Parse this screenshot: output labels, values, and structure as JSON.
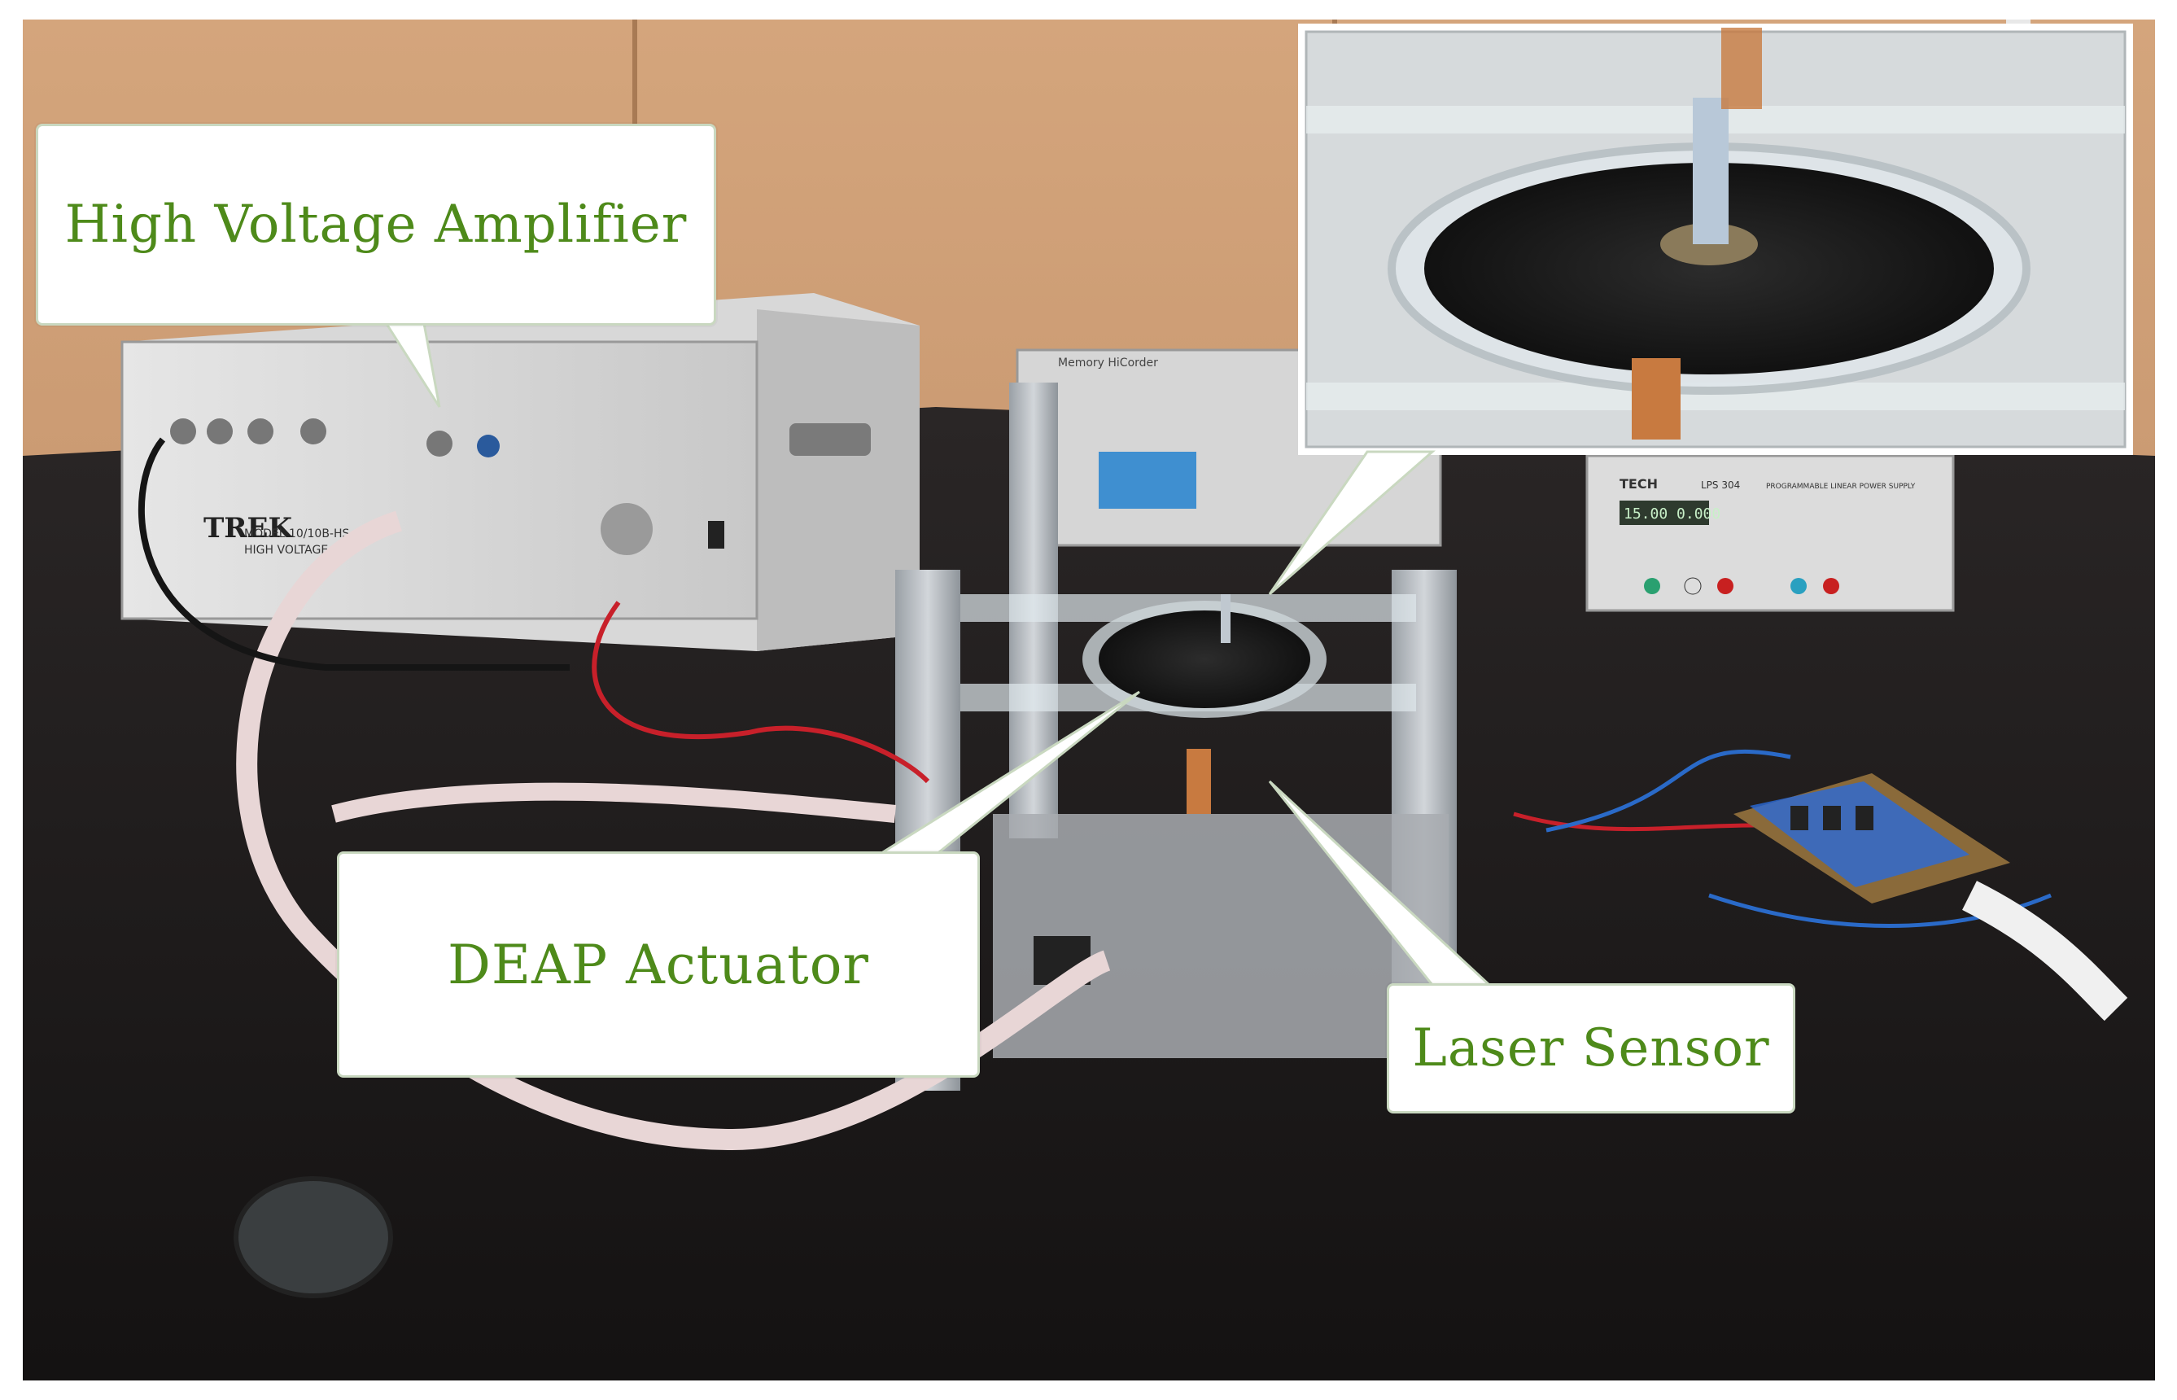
{
  "figure": {
    "labels": {
      "high_voltage_amplifier": "High Voltage Amplifier",
      "deap_actuator": "DEAP Actuator",
      "laser_sensor": "Laser Sensor"
    },
    "equipment_text": {
      "amplifier_brand": "TREK",
      "amplifier_model": "MODEL 10/10B-HS",
      "amplifier_subtitle": "HIGH VOLTAGE AMP",
      "power_supply_brand": "TECH",
      "power_supply_model": "LPS 304",
      "power_supply_title": "PROGRAMMABLE LINEAR POWER SUPPLY",
      "power_supply_display": "15.00 0.000",
      "scope_brand": "Memory HiCorder"
    },
    "colors": {
      "label_text": "#4e8a1a",
      "callout_fill": "#ffffff",
      "callout_border": "#c9d8c0",
      "wall": "#c89a72",
      "table": "#1c1a1a",
      "cable_pink": "#e8d6d6",
      "cable_red": "#c8202a",
      "cable_blue": "#2a6ac8",
      "frame_gray": "#b4b8bc",
      "pcb_blue": "#2a6ad8"
    }
  }
}
